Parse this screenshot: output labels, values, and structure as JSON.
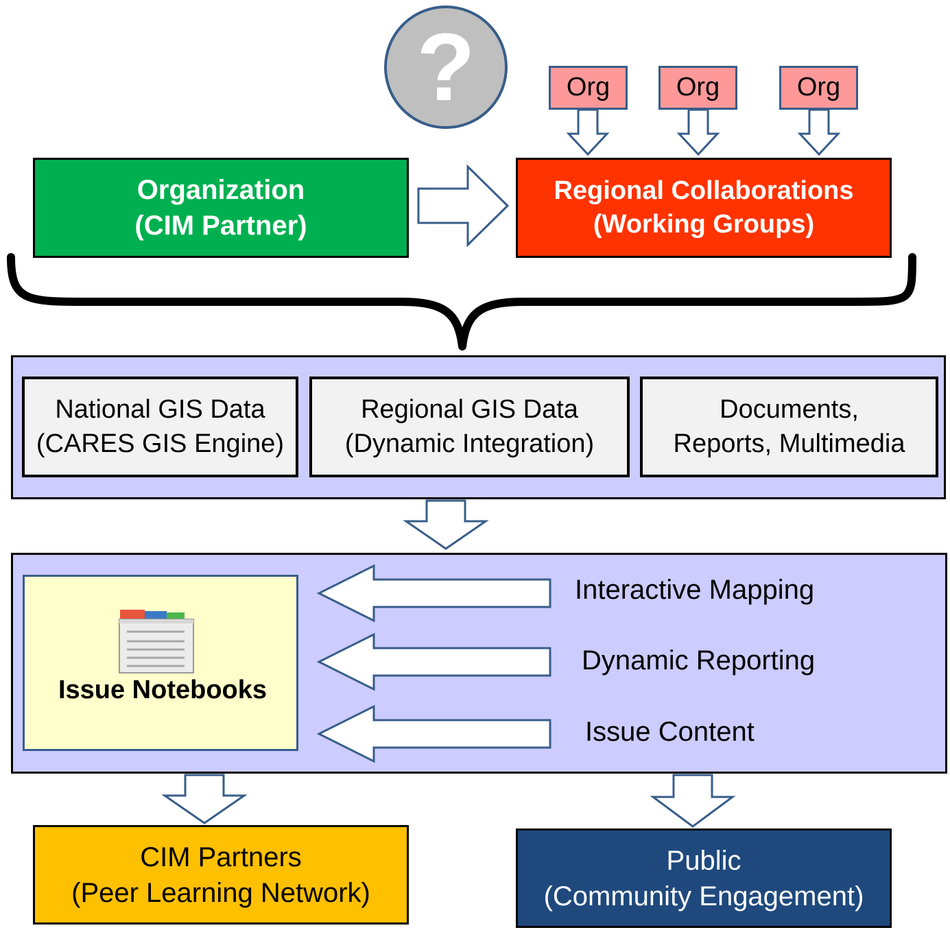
{
  "question_icon": {
    "glyph": "?"
  },
  "orgs": [
    "Org",
    "Org",
    "Org"
  ],
  "organization": {
    "line1": "Organization",
    "line2": "(CIM Partner)"
  },
  "regional": {
    "line1": "Regional Collaborations",
    "line2": "(Working Groups)"
  },
  "data_sources": [
    {
      "line1": "National GIS Data",
      "line2": "(CARES GIS Engine)"
    },
    {
      "line1": "Regional GIS Data",
      "line2": "(Dynamic Integration)"
    },
    {
      "line1": "Documents,",
      "line2": "Reports, Multimedia"
    }
  ],
  "notebooks": {
    "label": "Issue Notebooks"
  },
  "features": [
    "Interactive Mapping",
    "Dynamic Reporting",
    "Issue Content"
  ],
  "outputs": {
    "partners": {
      "line1": "CIM Partners",
      "line2": "(Peer Learning Network)"
    },
    "public": {
      "line1": "Public",
      "line2": "(Community Engagement)"
    }
  },
  "colors": {
    "green": "#00b050",
    "red": "#ff3300",
    "org_pink": "#ff9999",
    "panel": "#ccccff",
    "source_box": "#f2f2f2",
    "notebook_bg": "#ffffcc",
    "gold": "#ffc000",
    "navy": "#1f497d",
    "arrow_stroke": "#385d8a",
    "question_fill": "#bfbfbf"
  }
}
